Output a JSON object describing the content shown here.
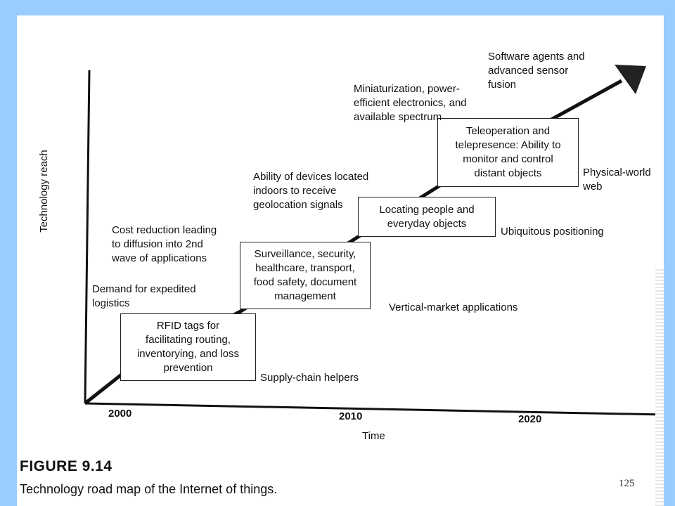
{
  "diagram": {
    "y_axis_label": "Technology reach",
    "x_axis_label": "Time",
    "x_ticks": [
      "2000",
      "2010",
      "2020"
    ],
    "boxes": [
      {
        "text": "RFID tags for\nfacilitating routing,\ninventorying, and loss\nprevention"
      },
      {
        "text": "Surveillance, security,\nhealthcare, transport,\nfood safety, document\nmanagement"
      },
      {
        "text": "Locating people and\neveryday objects"
      },
      {
        "text": "Teleoperation and\ntelepresence: Ability to\nmonitor and control\ndistant objects"
      }
    ],
    "stage_labels": [
      "Supply-chain helpers",
      "Vertical-market applications",
      "Ubiquitous positioning",
      "Physical-world\nweb"
    ],
    "drivers": [
      "Demand for expedited\nlogistics",
      "Cost reduction leading\nto diffusion into 2nd\nwave of applications",
      "Ability of devices located\nindoors to receive\ngeolocation signals",
      "Miniaturization, power-\nefficient electronics, and\navailable spectrum",
      "Software agents and\nadvanced sensor\nfusion"
    ]
  },
  "figure": {
    "title": "FIGURE 9.14",
    "caption": "Technology road map of the Internet of things."
  },
  "page_number": "125",
  "colors": {
    "frame": "#99ccff",
    "line": "#111111"
  }
}
